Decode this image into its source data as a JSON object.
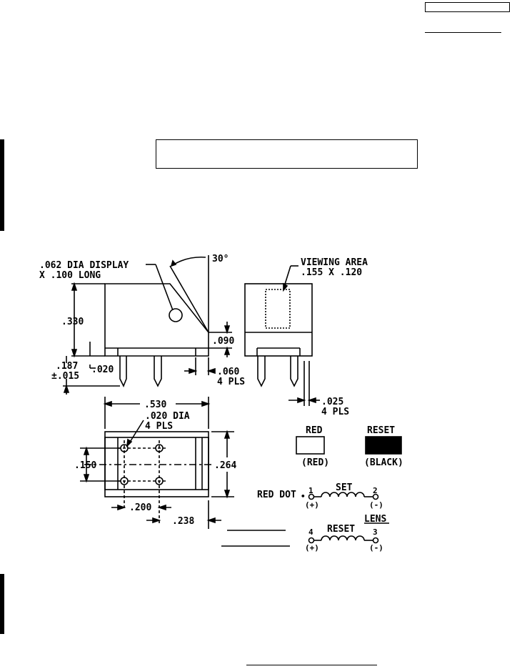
{
  "drawing": {
    "side_view": {
      "display_note_line1": ".062 DIA DISPLAY",
      "display_note_line2": "X .100 LONG",
      "angle": "30°",
      "dim_height": ".330",
      "dim_step": ".090",
      "dim_pin_len_line1": ".187",
      "dim_pin_len_line2": "±.015",
      "dim_pin_dia": ".020",
      "dim_edge_line1": ".060",
      "dim_edge_line2": "4 PLS"
    },
    "end_view": {
      "viewing_line1": "VIEWING AREA",
      "viewing_line2": ".155 X .120",
      "dim_pin_line1": ".025",
      "dim_pin_line2": "4 PLS"
    },
    "bottom_view": {
      "dim_width": ".530",
      "hole_note_line1": ".020 DIA",
      "hole_note_line2": "4 PLS",
      "dim_row": ".150",
      "dim_height": ".264",
      "dim_pitch": ".200",
      "dim_edge": ".238"
    },
    "indicators": {
      "red_label": "RED",
      "red_sub": "(RED)",
      "red_color": "#ffffff",
      "reset_label": "RESET",
      "reset_sub": "(BLACK)",
      "reset_color": "#000000"
    },
    "schematic": {
      "red_dot": "RED DOT",
      "pin1": "1",
      "pin1_pol": "(+)",
      "set_label": "SET",
      "pin2": "2",
      "pin2_pol": "(-)",
      "lens": "LENS",
      "pin4": "4",
      "pin4_pol": "(+)",
      "reset_label": "RESET",
      "pin3": "3",
      "pin3_pol": "(-)"
    }
  }
}
